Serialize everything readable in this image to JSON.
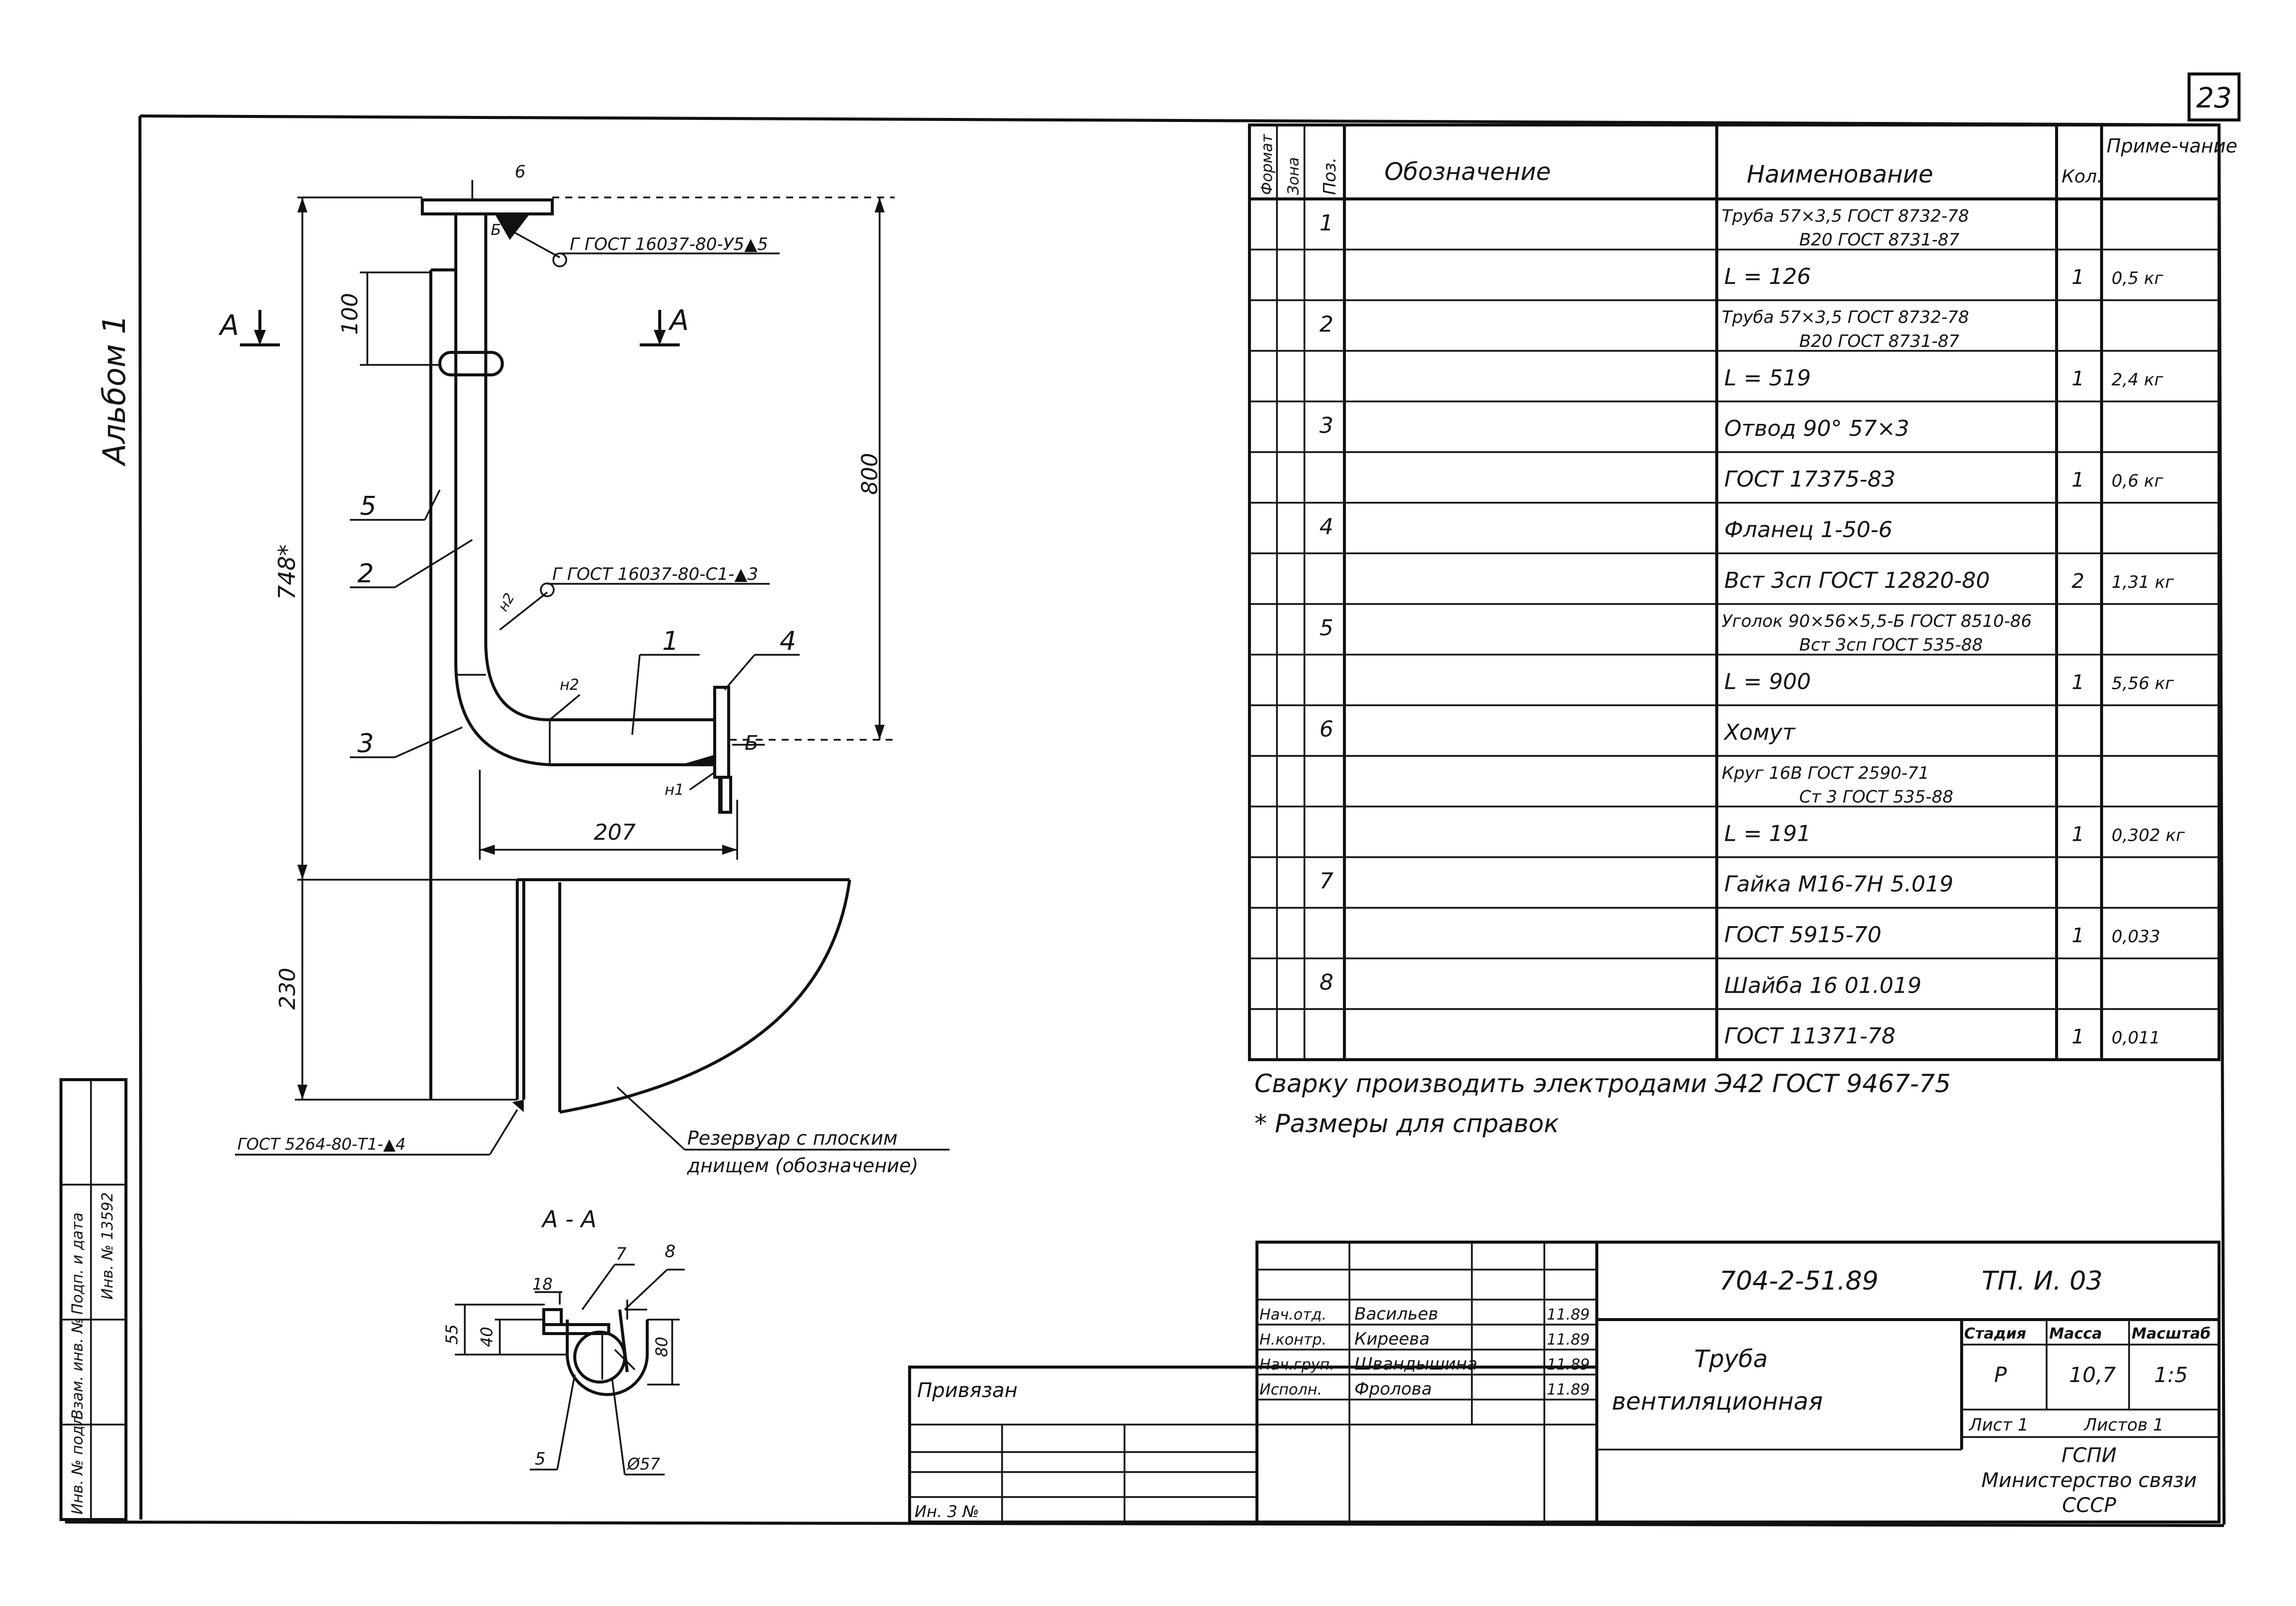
{
  "page_number": "23",
  "album_label": "Альбом 1",
  "left_stamp": {
    "stamp_cells": [
      "Инв. № подл.",
      "Подп. и дата",
      "Взам. инв. №"
    ],
    "stamp_stamp": "Инв. № 13592"
  },
  "drawing": {
    "section_marks": [
      "А",
      "А"
    ],
    "section_title": "А - А",
    "dim_100": "100",
    "dim_800": "800",
    "dim_748": "748*",
    "dim_207": "207",
    "dim_230": "230",
    "weld_top": "Г ГОСТ 16037-80-У5▲5",
    "weld_mid": "Г ГОСТ 16037-80-С1-▲3",
    "weld_bottom": "ГОСТ 5264-80-Т1-▲4",
    "weld_n2a": "н2",
    "weld_n2b": "н2",
    "weld_n1": "н1",
    "mark_b1": "Б",
    "mark_b2": "Б",
    "mark_6": "6",
    "reservoir_label_1": "Резервуар с плоским",
    "reservoir_label_2": "днищем (обозначение)",
    "callouts": [
      "5",
      "2",
      "3",
      "1",
      "4"
    ],
    "section_dims": {
      "d18": "18",
      "d55": "55",
      "d40": "40",
      "d80": "80",
      "r57": "Ø57"
    },
    "section_callouts": [
      "7",
      "8",
      "5"
    ]
  },
  "spec": {
    "headers": [
      "Формат",
      "Зона",
      "Поз.",
      "Обозначение",
      "Наименование",
      "Кол.",
      "Приме-чание"
    ],
    "rows": [
      {
        "pos": "1",
        "name_top": "Труба 57×3,5 ГОСТ 8732-78",
        "name_bottom": "В20 ГОСТ 8731-87",
        "qty": "",
        "note": ""
      },
      {
        "pos": "",
        "name_top": "L = 126",
        "name_bottom": "",
        "qty": "1",
        "note": "0,5 кг"
      },
      {
        "pos": "2",
        "name_top": "Труба 57×3,5 ГОСТ 8732-78",
        "name_bottom": "В20 ГОСТ 8731-87",
        "qty": "",
        "note": ""
      },
      {
        "pos": "",
        "name_top": "L = 519",
        "name_bottom": "",
        "qty": "1",
        "note": "2,4 кг"
      },
      {
        "pos": "3",
        "name_top": "Отвод 90° 57×3",
        "name_bottom": "",
        "qty": "",
        "note": ""
      },
      {
        "pos": "",
        "name_top": "ГОСТ 17375-83",
        "name_bottom": "",
        "qty": "1",
        "note": "0,6 кг"
      },
      {
        "pos": "4",
        "name_top": "Фланец 1-50-6",
        "name_bottom": "",
        "qty": "",
        "note": ""
      },
      {
        "pos": "",
        "name_top": "Вст 3сп ГОСТ 12820-80",
        "name_bottom": "",
        "qty": "2",
        "note": "1,31 кг"
      },
      {
        "pos": "5",
        "name_top": "Уголок 90×56×5,5-Б ГОСТ 8510-86",
        "name_bottom": "Вст 3сп ГОСТ 535-88",
        "qty": "",
        "note": ""
      },
      {
        "pos": "",
        "name_top": "L = 900",
        "name_bottom": "",
        "qty": "1",
        "note": "5,56 кг"
      },
      {
        "pos": "6",
        "name_top": "Хомут",
        "name_bottom": "",
        "qty": "",
        "note": ""
      },
      {
        "pos": "",
        "name_top": "Круг 16В ГОСТ 2590-71",
        "name_bottom": "Ст 3 ГОСТ 535-88",
        "qty": "",
        "note": ""
      },
      {
        "pos": "",
        "name_top": "L = 191",
        "name_bottom": "",
        "qty": "1",
        "note": "0,302 кг"
      },
      {
        "pos": "7",
        "name_top": "Гайка М16-7Н 5.019",
        "name_bottom": "",
        "qty": "",
        "note": ""
      },
      {
        "pos": "",
        "name_top": "ГОСТ 5915-70",
        "name_bottom": "",
        "qty": "1",
        "note": "0,033"
      },
      {
        "pos": "8",
        "name_top": "Шайба 16 01.019",
        "name_bottom": "",
        "qty": "",
        "note": ""
      },
      {
        "pos": "",
        "name_top": "ГОСТ 11371-78",
        "name_bottom": "",
        "qty": "1",
        "note": "0,011"
      }
    ]
  },
  "notes": [
    "Сварку производить электродами Э42 ГОСТ 9467-75",
    "* Размеры для справок"
  ],
  "title_block": {
    "doc_code": "704-2-51.89",
    "doc_sub": "ТП. И. 03",
    "title_1": "Труба",
    "title_2": "вентиляционная",
    "stage_h": "Стадия",
    "mass_h": "Масса",
    "scale_h": "Масштаб",
    "stage": "Р",
    "mass": "10,7",
    "scale": "1:5",
    "sheet": "Лист 1",
    "sheets": "Листов 1",
    "org_1": "ГСПИ",
    "org_2": "Министерство связи",
    "org_3": "СССР",
    "privyazan": "Привязан",
    "inv": "Ин. 3 №",
    "signers": [
      {
        "role": "Нач.отд.",
        "name": "Васильев",
        "date": "11.89"
      },
      {
        "role": "Н.контр.",
        "name": "Киреева",
        "date": "11.89"
      },
      {
        "role": "Нач.груп.",
        "name": "Швандышина",
        "date": "11.89"
      },
      {
        "role": "Исполн.",
        "name": "Фролова",
        "date": "11.89"
      }
    ]
  }
}
